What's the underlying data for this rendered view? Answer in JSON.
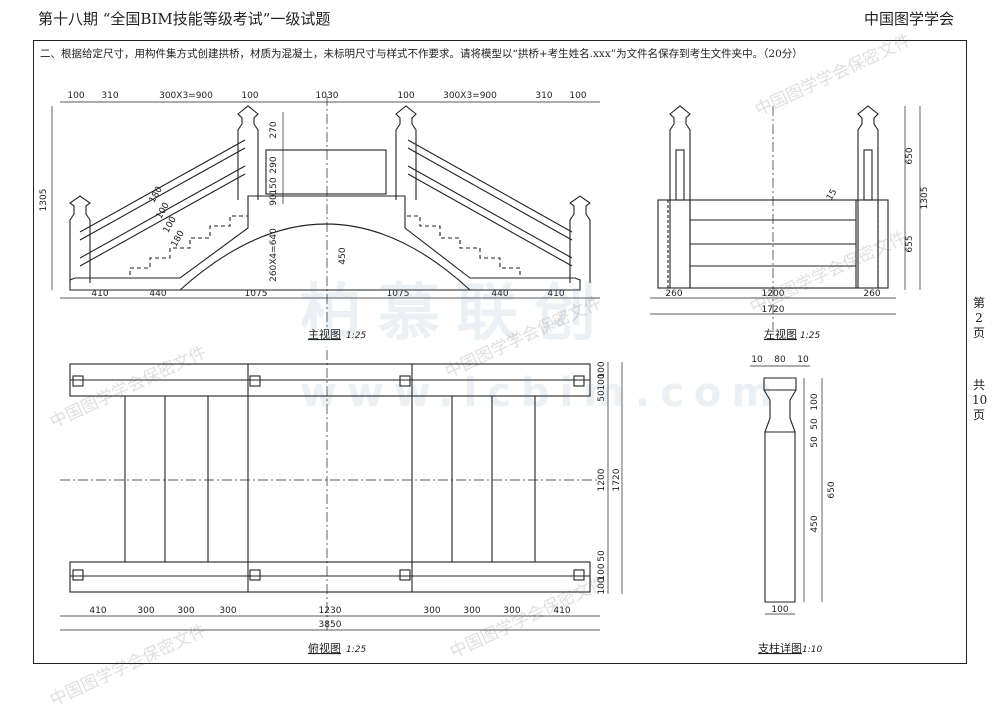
{
  "header": {
    "exam_title": "第十八期 “全国BIM技能等级考试”一级试题",
    "org": "中国图学学会"
  },
  "question": "二、根据给定尺寸，用构件集方式创建拱桥，材质为混凝土，未标明尺寸与样式不作要求。请将模型以“拱桥+考生姓名.xxx”为文件名保存到考生文件夹中。（20分）",
  "side": {
    "page_prefix": "第",
    "page_num": "2",
    "page_suffix": "页",
    "total_prefix": "共",
    "total_num": "10",
    "total_suffix": "页"
  },
  "views": {
    "front": {
      "title": "主视图",
      "scale": "1:25"
    },
    "left": {
      "title": "左视图",
      "scale": "1:25"
    },
    "top": {
      "title": "俯视图",
      "scale": "1:25"
    },
    "post": {
      "title": "支柱详图",
      "scale": "1:10"
    }
  },
  "dims": {
    "front_top": [
      "100",
      "310",
      "300X3=900",
      "100",
      "1030",
      "100",
      "300X3=900",
      "310",
      "100"
    ],
    "front_bottom": [
      "410",
      "440",
      "1075",
      "1075",
      "440",
      "410"
    ],
    "front_left": "1305",
    "front_right": [
      "270",
      "290",
      "150",
      "90"
    ],
    "front_mid": [
      "450",
      "260X4=640"
    ],
    "stair_left": [
      "180",
      "100",
      "100",
      "180"
    ],
    "left_bottom": [
      "260",
      "1200",
      "260",
      "1720"
    ],
    "left_right": [
      "650",
      "655",
      "1305"
    ],
    "left_angle": "15",
    "top_bottom": [
      "410",
      "300",
      "300",
      "300",
      "1230",
      "300",
      "300",
      "300",
      "410",
      "3850"
    ],
    "top_right": [
      "100",
      "100",
      "50",
      "1200",
      "1720",
      "50",
      "100",
      "100"
    ],
    "post_top": [
      "10",
      "80",
      "10"
    ],
    "post_right": [
      "100",
      "50",
      "50",
      "650",
      "450"
    ],
    "post_bottom": "100"
  },
  "watermarks": {
    "brand": "柏慕联创",
    "url": "www.lcbim.com",
    "confidential": "中国图学学会保密文件"
  }
}
